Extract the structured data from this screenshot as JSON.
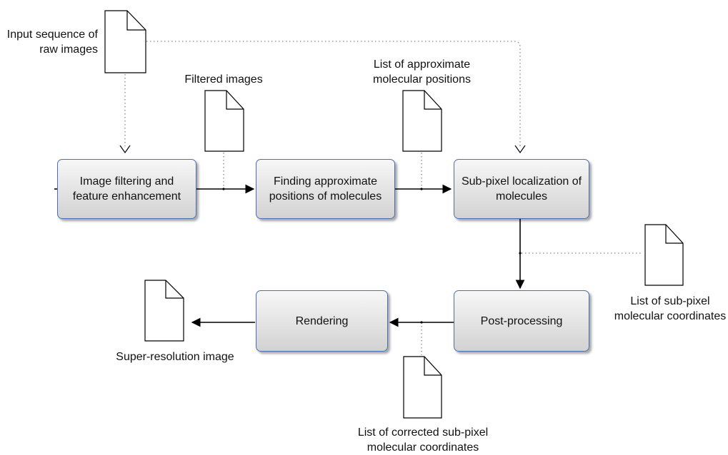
{
  "processes": {
    "filtering": "Image filtering and feature enhancement",
    "finding": "Finding approximate positions of molecules",
    "subpixel": "Sub-pixel localization of molecules",
    "postprocessing": "Post-processing",
    "rendering": "Rendering"
  },
  "documents": {
    "raw_images": "Input sequence of raw images",
    "filtered_images": "Filtered images",
    "approx_positions": "List of approximate molecular positions",
    "subpixel_coords": "List of sub-pixel molecular coordinates",
    "corrected_coords": "List of corrected sub-pixel molecular coordinates",
    "super_resolution": "Super-resolution image"
  },
  "colors": {
    "box_border": "#4a6fb5",
    "box_fill_top": "#f7f7f7",
    "box_fill_bottom": "#d2d2d2",
    "arrow": "#000000",
    "dotted_line": "#888888"
  }
}
